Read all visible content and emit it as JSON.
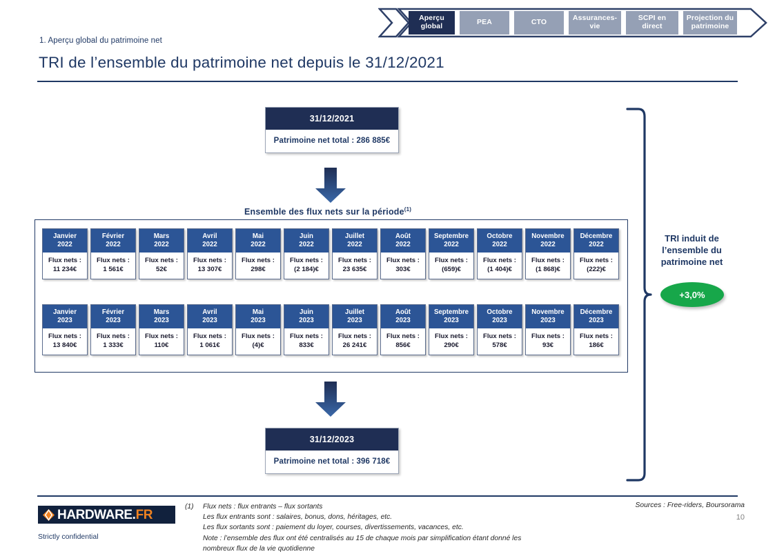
{
  "nav": {
    "tabs": [
      {
        "label": "Aperçu global",
        "active": true
      },
      {
        "label": "PEA",
        "active": false
      },
      {
        "label": "CTO",
        "active": false
      },
      {
        "label": "Assurances-vie",
        "active": false
      },
      {
        "label": "SCPI en direct",
        "active": false
      },
      {
        "label": "Projection du patrimoine",
        "active": false
      }
    ]
  },
  "header": {
    "eyebrow": "1. Aperçu global du patrimoine net",
    "title": "TRI de l’ensemble du patrimoine net depuis le 31/12/2021"
  },
  "cards": {
    "start": {
      "date": "31/12/2021",
      "body": "Patrimoine net total : 286 885€"
    },
    "end": {
      "date": "31/12/2023",
      "body": "Patrimoine net total : 396 718€"
    }
  },
  "flux_section": {
    "label": "Ensemble des flux nets sur la période",
    "footnote_marker": "(1)",
    "flux_prefix": "Flux nets :"
  },
  "chart_data": {
    "type": "table",
    "title": "Ensemble des flux nets sur la période",
    "ylabel": "Flux nets (€)",
    "categories": [
      "Janvier",
      "Février",
      "Mars",
      "Avril",
      "Mai",
      "Juin",
      "Juillet",
      "Août",
      "Septembre",
      "Octobre",
      "Novembre",
      "Décembre"
    ],
    "series": [
      {
        "name": "2022",
        "labels": [
          "11 234€",
          "1 561€",
          "52€",
          "13 307€",
          "298€",
          "(2 184)€",
          "23 635€",
          "303€",
          "(659)€",
          "(1 404)€",
          "(1 868)€",
          "(222)€"
        ],
        "values": [
          11234,
          1561,
          52,
          13307,
          298,
          -2184,
          23635,
          303,
          -659,
          -1404,
          -1868,
          -222
        ]
      },
      {
        "name": "2023",
        "labels": [
          "13 840€",
          "1 333€",
          "110€",
          "1 061€",
          "(4)€",
          "833€",
          "26 241€",
          "856€",
          "290€",
          "578€",
          "93€",
          "186€"
        ],
        "values": [
          13840,
          1333,
          110,
          1061,
          -4,
          833,
          26241,
          856,
          290,
          578,
          93,
          186
        ]
      }
    ],
    "start_value": 286885,
    "end_value": 396718,
    "irr_percent": "+3,0%"
  },
  "tri": {
    "caption_line1": "TRI induit de",
    "caption_line2": "l’ensemble du",
    "caption_line3": "patrimoine net",
    "badge": "+3,0%"
  },
  "footer": {
    "logo_white": "HARDWARE.",
    "logo_orange": "FR",
    "confidential": "Strictly confidential",
    "footnote_marker": "(1)",
    "footnotes": [
      "Flux nets : flux entrants – flux sortants",
      "Les flux entrants sont : salaires, bonus, dons, héritages, etc.",
      "Les flux sortants sont : paiement du loyer, courses, divertissements, vacances, etc.",
      "Note : l’ensemble des flux ont été centralisés au 15 de chaque mois par simplification étant donné les",
      "nombreux flux de la vie quotidienne"
    ],
    "sources": "Sources : Free-riders, Boursorama",
    "page_number": "10"
  },
  "colors": {
    "navy": "#1f3864",
    "dark_navy": "#1f2e54",
    "month_header_blue": "#2c5596",
    "inactive_tab": "#95a0b5",
    "green": "#17a74a",
    "orange": "#f08221"
  }
}
